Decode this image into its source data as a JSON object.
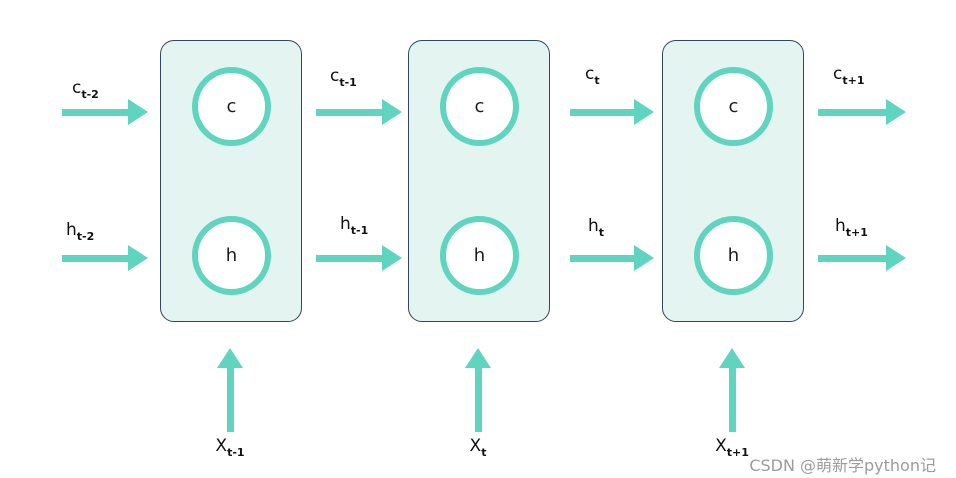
{
  "diagram": {
    "title": "recurrent-cell-chain",
    "colors": {
      "arrow": "#5fd4bf",
      "cell_fill": "#e3f4f1",
      "cell_border": "#31475e",
      "circle_border": "#5fd4bf",
      "label_text": "#111111",
      "watermark_text": "#9c9c9c"
    },
    "cells": [
      {
        "top_circle": "c",
        "bottom_circle": "h"
      },
      {
        "top_circle": "c",
        "bottom_circle": "h"
      },
      {
        "top_circle": "c",
        "bottom_circle": "h"
      }
    ],
    "c_labels": [
      {
        "base": "c",
        "sub": "t-2"
      },
      {
        "base": "c",
        "sub": "t-1"
      },
      {
        "base": "c",
        "sub": "t"
      },
      {
        "base": "c",
        "sub": "t+1"
      }
    ],
    "h_labels": [
      {
        "base": "h",
        "sub": "t-2"
      },
      {
        "base": "h",
        "sub": "t-1"
      },
      {
        "base": "h",
        "sub": "t"
      },
      {
        "base": "h",
        "sub": "t+1"
      }
    ],
    "x_labels": [
      {
        "base": "X",
        "sub": "t-1"
      },
      {
        "base": "X",
        "sub": "t"
      },
      {
        "base": "X",
        "sub": "t+1"
      }
    ],
    "watermark": "CSDN @萌新学python记"
  }
}
